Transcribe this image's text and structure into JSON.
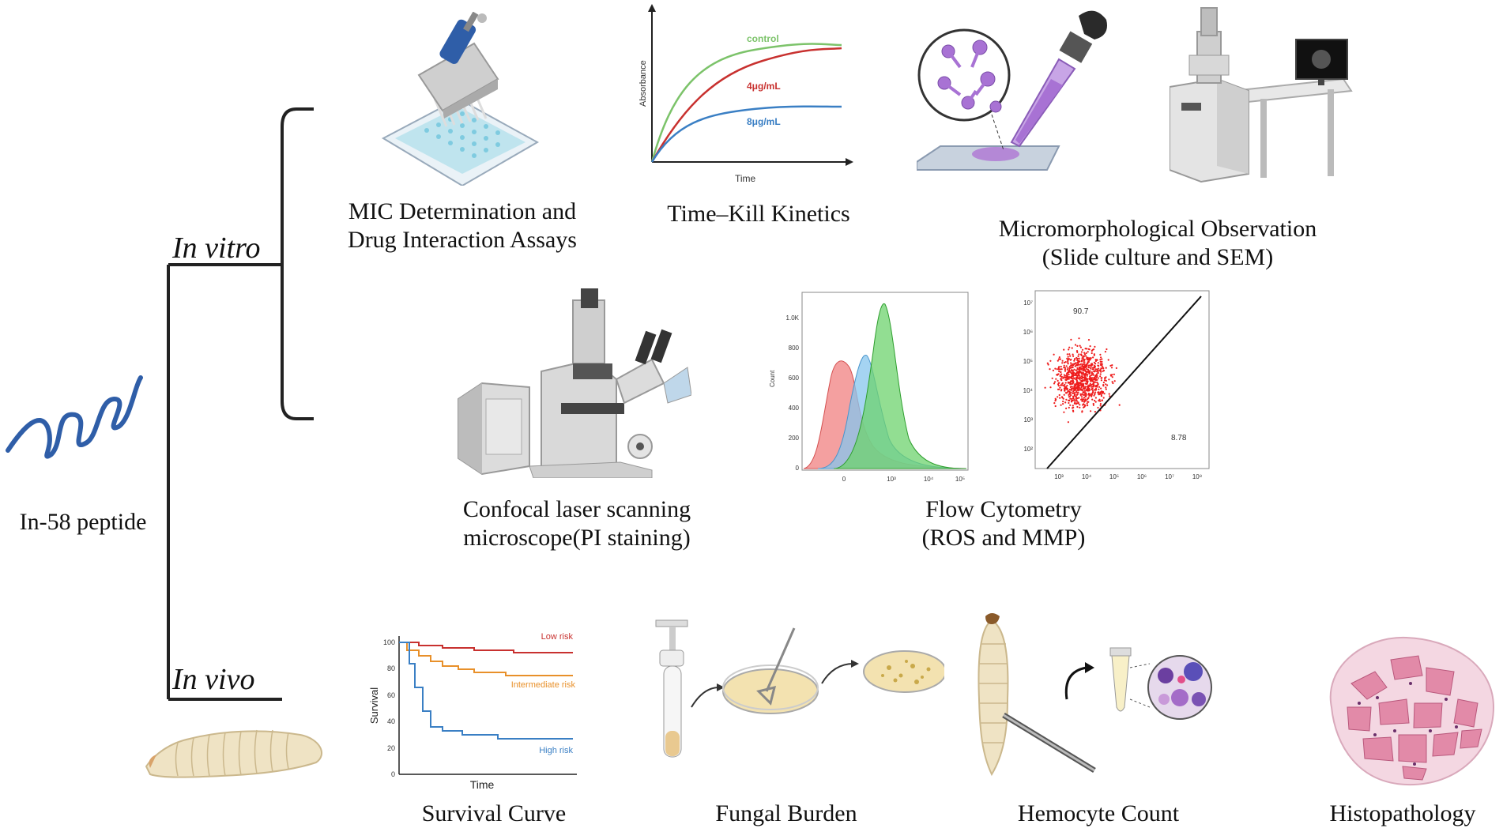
{
  "root_label": "In-58 peptide",
  "branches": {
    "in_vitro": "In vitro",
    "in_vivo": "In vivo"
  },
  "assays": {
    "mic": {
      "line1": "MIC Determination and",
      "line2": "Drug Interaction Assays"
    },
    "timekill": {
      "label": "Time–Kill Kinetics"
    },
    "micromorph": {
      "line1": "Micromorphological Observation",
      "line2": "(Slide culture and SEM)"
    },
    "confocal": {
      "line1": "Confocal laser scanning",
      "line2": "microscope(PI staining)"
    },
    "flow": {
      "line1": "Flow Cytometry",
      "line2": "(ROS and MMP)"
    },
    "survival": {
      "label": "Survival Curve"
    },
    "fungal": {
      "label": "Fungal Burden"
    },
    "hemocyte": {
      "label": "Hemocyte Count"
    },
    "histo": {
      "label": "Histopathology"
    }
  },
  "timekill_chart": {
    "xlabel": "Time",
    "ylabel": "Absorbance",
    "series": [
      {
        "name": "control",
        "color": "#7cc36a"
      },
      {
        "name": "4μg/mL",
        "color": "#c8312f"
      },
      {
        "name": "8μg/mL",
        "color": "#3a7fc4"
      }
    ]
  },
  "survival_chart": {
    "xlabel": "Time",
    "ylabel": "Survival",
    "yticks": [
      "0",
      "20",
      "40",
      "60",
      "80",
      "100"
    ],
    "series": [
      {
        "name": "Low risk",
        "color": "#c8312f"
      },
      {
        "name": "Intermediate risk",
        "color": "#e8902a"
      },
      {
        "name": "High risk",
        "color": "#3a7fc4"
      }
    ]
  },
  "flow_hist": {
    "ylabel": "Count",
    "yticks": [
      "0",
      "200",
      "400",
      "600",
      "800",
      "1.0K"
    ],
    "xticks": [
      "0",
      "10³",
      "10⁴",
      "10⁵"
    ]
  },
  "flow_scatter": {
    "upper_value": "90.7",
    "lower_value": "8.78",
    "yticks": [
      "10²",
      "10³",
      "10⁴",
      "10⁵",
      "10⁶",
      "10⁷"
    ],
    "xticks": [
      "10³",
      "10⁴",
      "10⁵",
      "10⁶",
      "10⁷",
      "10⁸"
    ]
  }
}
